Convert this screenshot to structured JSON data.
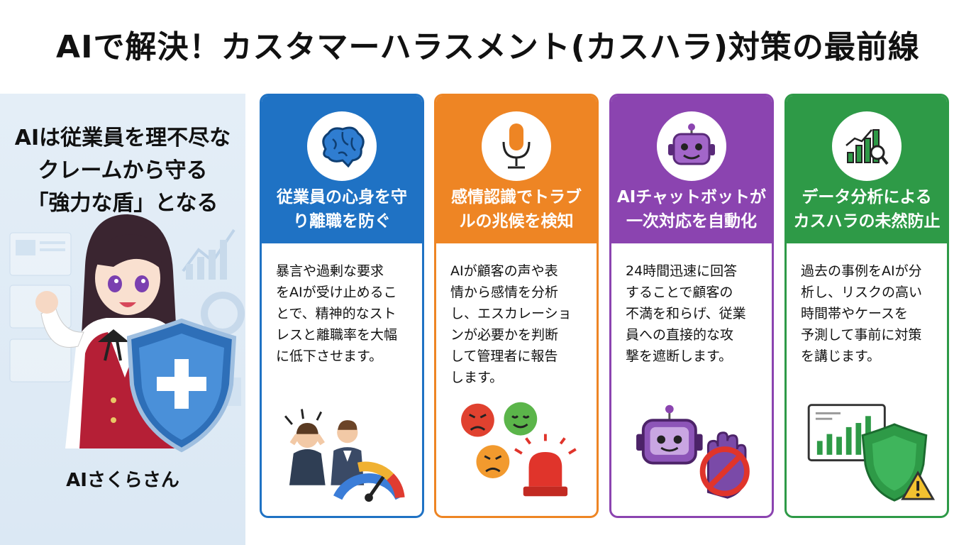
{
  "page": {
    "title": "AIで解決！カスタマーハラスメント(カスハラ)対策の最前線"
  },
  "left_panel": {
    "headline_lines": [
      "AIは従業員を理不尽な",
      "クレームから守る",
      "「強力な盾」となる"
    ],
    "caption": "AIさくらさん",
    "background": "#dde9f5"
  },
  "cards": [
    {
      "color": "#1f72c4",
      "icon": "brain-icon",
      "title_lines": [
        "従業員の心身を守",
        "り離職を防ぐ"
      ],
      "body_lines": [
        "暴言や過剰な要求",
        "をAIが受け止めるこ",
        "とで、精神的なスト",
        "レスと離職率を大幅",
        "に低下させます。"
      ],
      "illustration": "stressed-workers-gauge"
    },
    {
      "color": "#ee8524",
      "icon": "microphone-icon",
      "title_lines": [
        "感情認識でトラブ",
        "ルの兆候を検知"
      ],
      "body_lines": [
        "AIが顧客の声や表",
        "情から感情を分析",
        "し、エスカレーショ",
        "ンが必要かを判断",
        "して管理者に報告",
        "します。"
      ],
      "illustration": "emotion-faces-alarm"
    },
    {
      "color": "#8b44b0",
      "icon": "robot-icon",
      "title_lines": [
        "AIチャットボットが",
        "一次対応を自動化"
      ],
      "body_lines": [
        "24時間迅速に回答",
        "することで顧客の",
        "不満を和らげ、従業",
        "員への直接的な攻",
        "撃を遮断します。"
      ],
      "illustration": "robot-stop-hand"
    },
    {
      "color": "#2e9a47",
      "icon": "chart-magnifier-icon",
      "title_lines": [
        "データ分析による",
        "カスハラの未然防止"
      ],
      "body_lines": [
        "過去の事例をAIが分",
        "析し、リスクの高い",
        "時間帯やケースを",
        "予測して事前に対策",
        "を講じます。"
      ],
      "illustration": "chart-shield-warning"
    }
  ]
}
